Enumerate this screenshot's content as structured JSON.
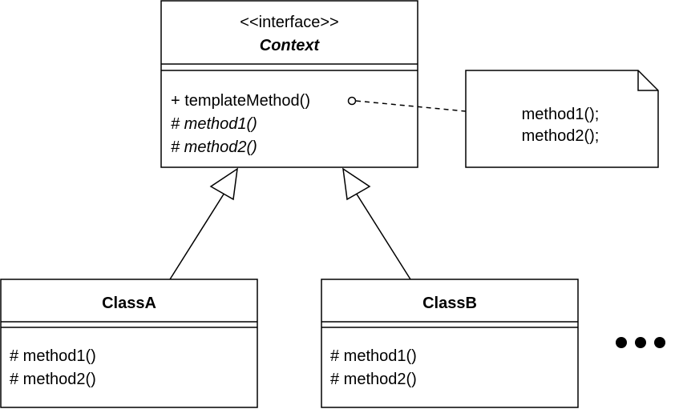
{
  "context": {
    "stereotype": "<<interface>>",
    "name": "Context",
    "methods": [
      "+ templateMethod()",
      "# method1()",
      "# method2()"
    ]
  },
  "note": {
    "lines": [
      "method1();",
      "method2();"
    ]
  },
  "class_a": {
    "name": "ClassA",
    "methods": [
      "# method1()",
      "# method2()"
    ]
  },
  "class_b": {
    "name": "ClassB",
    "methods": [
      "# method1()",
      "# method2()"
    ]
  },
  "ellipsis": "●●●"
}
